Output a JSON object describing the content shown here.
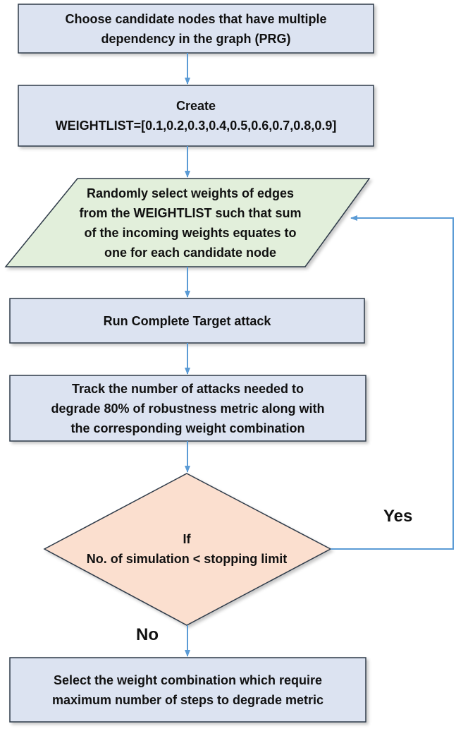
{
  "colors": {
    "process_fill": "#dce3f1",
    "process_stroke": "#2f3a48",
    "io_fill": "#e2efdb",
    "decision_fill": "#fbdfcf",
    "arrow": "#5b9bd5"
  },
  "steps": {
    "choose_candidates": {
      "lines": [
        "Choose candidate nodes that have multiple",
        "dependency in the graph (PRG)"
      ]
    },
    "create_weightlist": {
      "lines": [
        "Create",
        "WEIGHTLIST=[0.1,0.2,0.3,0.4,0.5,0.6,0.7,0.8,0.9]"
      ]
    },
    "select_weights": {
      "lines": [
        "Randomly select weights of edges",
        "from the WEIGHTLIST such that sum",
        "of the incoming weights equates to",
        "one for each candidate node"
      ]
    },
    "run_attack": {
      "lines": [
        "Run Complete Target attack"
      ]
    },
    "track_attacks": {
      "lines": [
        "Track the number of attacks needed to",
        "degrade 80% of robustness metric along with",
        "the corresponding weight combination"
      ]
    },
    "decision": {
      "lines": [
        "If",
        "No. of simulation < stopping limit"
      ]
    },
    "select_combination": {
      "lines": [
        "Select the weight combination which require",
        "maximum number of steps to degrade metric"
      ]
    }
  },
  "labels": {
    "yes": "Yes",
    "no": "No"
  }
}
